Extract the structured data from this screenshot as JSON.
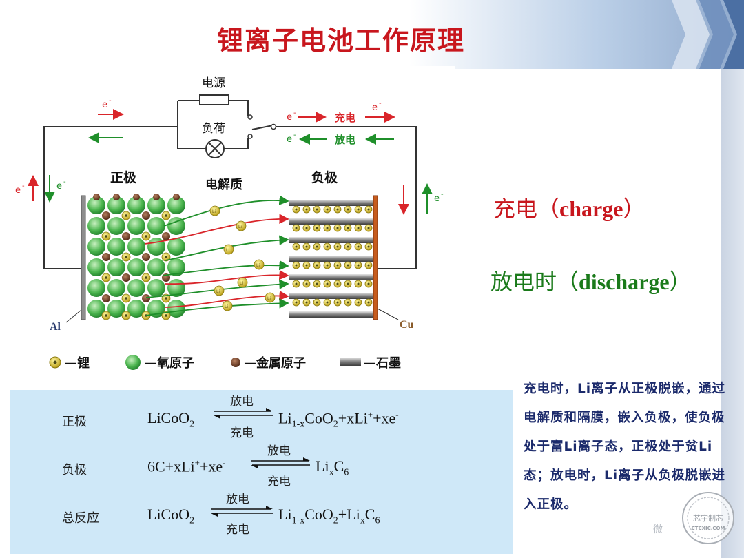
{
  "title": "锂离子电池工作原理",
  "diagram": {
    "power_source": "电源",
    "load": "负荷",
    "electron": "e",
    "charge": "充电",
    "discharge": "放电",
    "cathode": "正极",
    "electrolyte": "电解质",
    "anode": "负极",
    "al": "Al",
    "cu": "Cu",
    "li_ion": "Li",
    "legend": {
      "lithium": "—锂",
      "oxygen": "—氧原子",
      "metal": "—金属原子",
      "graphite": "—石墨"
    },
    "colors": {
      "charge_red": "#d9252a",
      "discharge_green": "#1f8f2a",
      "oxygen": "#47b24a",
      "metal": "#6b3a22",
      "lithium": "#d9c21e"
    }
  },
  "reactions": [
    {
      "label": "正极",
      "lhs": "LiCoO",
      "lhs_sub": "2",
      "top": "放电",
      "bottom": "充电",
      "rhs_parts": [
        [
          "Li",
          ""
        ],
        [
          "1-x",
          "sub"
        ],
        [
          "CoO",
          ""
        ],
        [
          "2",
          "sub"
        ],
        [
          "+xLi",
          ""
        ],
        [
          "+",
          "sup"
        ],
        [
          "+xe",
          ""
        ],
        [
          "-",
          "sup"
        ]
      ]
    },
    {
      "label": "负极",
      "lhs": "6C+xLi",
      "lhs_sup": "+",
      "lhs2": "+xe",
      "lhs2_sup": "-",
      "top": "放电",
      "bottom": "充电",
      "rhs_parts": [
        [
          "Li",
          ""
        ],
        [
          "x",
          "sub"
        ],
        [
          "C",
          ""
        ],
        [
          "6",
          "sub"
        ]
      ]
    },
    {
      "label": "总反应",
      "lhs": "LiCoO",
      "lhs_sub": "2",
      "top": "放电",
      "bottom": "充电",
      "rhs_parts": [
        [
          "Li",
          ""
        ],
        [
          "1-x",
          "sub"
        ],
        [
          "CoO",
          ""
        ],
        [
          "2",
          "sub"
        ],
        [
          "+Li",
          ""
        ],
        [
          "x",
          "sub"
        ],
        [
          "C",
          ""
        ],
        [
          "6",
          "sub"
        ]
      ]
    }
  ],
  "charge_title": {
    "cn": "充电",
    "paren_open": "（",
    "en": "charge",
    "paren_close": "）"
  },
  "discharge_title": {
    "cn": "放电时",
    "paren_open": "（",
    "en": "discharge",
    "paren_close": "）"
  },
  "description": "充电时，Li离子从正极脱嵌，通过电解质和隔膜，嵌入负极，使负极处于富Li离子态，正极处于贫Li态；放电时，Li离子从负极脱嵌进入正极。",
  "watermark": {
    "badge_top": "芯宇制芯",
    "badge_bottom": "CTCXIC.COM",
    "text": "微"
  }
}
